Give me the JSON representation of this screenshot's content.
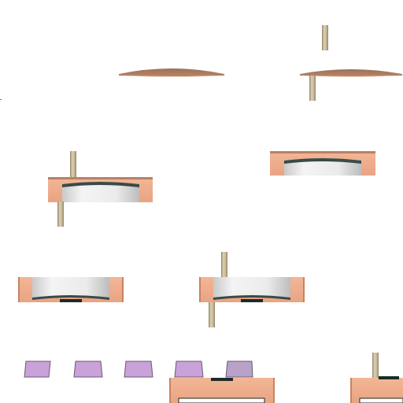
{
  "sheet": {
    "background": "#ffffff",
    "icon_set": [
      "thin-lens-sprite",
      "lens-with-pin-sprite",
      "cup-housing-sprite",
      "cup-housing-with-pin-sprite",
      "deep-housing-sprite",
      "deep-housing-with-pin-sprite",
      "purple-cap-sprite",
      "base-plate-sprite"
    ]
  },
  "palette": {
    "copper_shell": "#eeaa8a",
    "copper_edge": "#c9825f",
    "copper_dark": "#9b7058",
    "lens_brown": "#a57a5c",
    "lens_peach": "#f6b890",
    "steel_light": "#f4f4f4",
    "steel_mid": "#cfcfcf",
    "steel_rim": "#3a4a48",
    "slot_dark": "#1d2a28",
    "pin_tan": "#c8b898",
    "pin_edge": "#8f8468",
    "cap_purple": "#c8a2d8",
    "cap_purple_muted": "#b8a2c8",
    "cap_edge": "#6b5a72"
  }
}
